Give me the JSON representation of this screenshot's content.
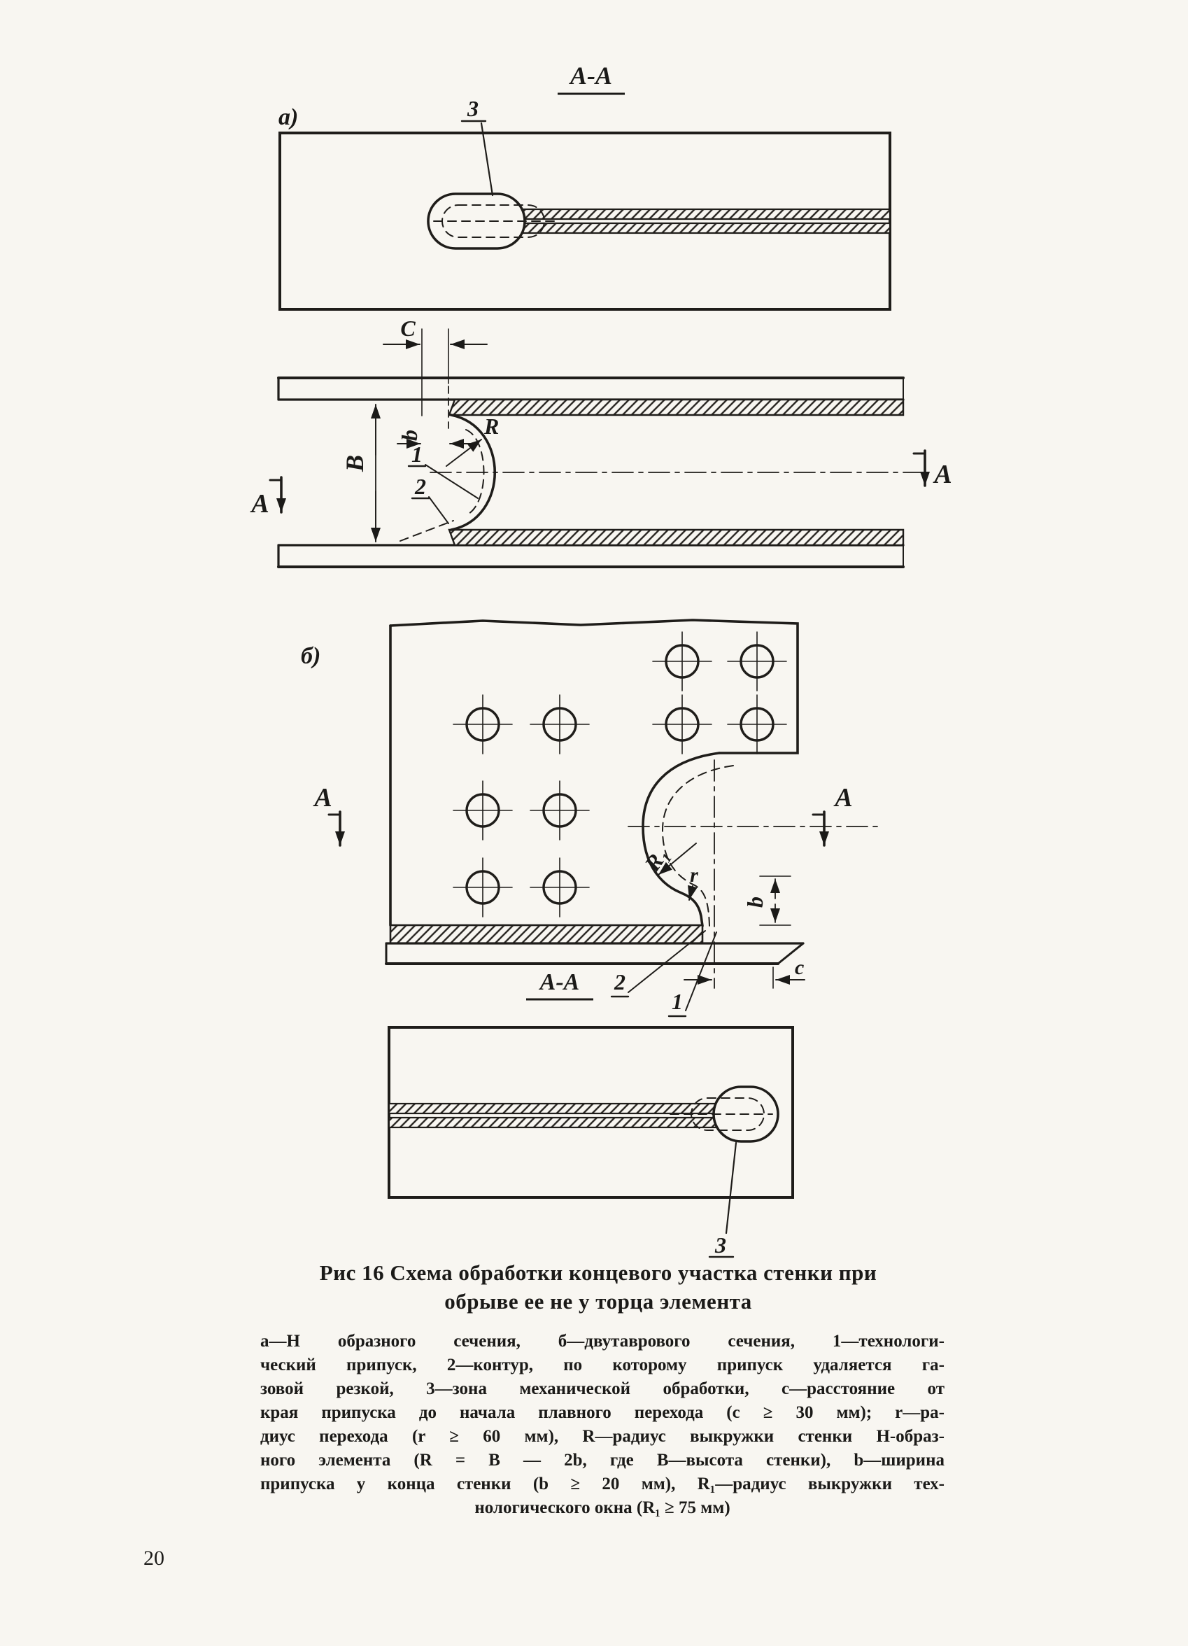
{
  "page": {
    "number": "20"
  },
  "figure": {
    "caption": {
      "line1": "Рис 16 Схема обработки концевого участка стенки при",
      "line2": "обрыве ее не у торца элемента"
    },
    "legend": {
      "lines": [
        "а—Н образного сечения, б—двутаврового сечения, 1—технологи-",
        "ческий припуск, 2—контур, по которому припуск удаляется га-",
        "зовой резкой, 3—зона механической обработки, с—расстояние от",
        "края припуска до начала плавного перехода (с ≥ 30 мм); r—ра-",
        "диус перехода (r ≥ 60 мм), R—радиус выкружки стенки Н-образ-",
        "ного элемента (R = В — 2b, где В—высота стенки), b—ширина",
        "припуска у конца стенки (b ≥ 20 мм), R₁—радиус выкружки тех-",
        "нологического окна (R₁ ≥ 75 мм)"
      ]
    },
    "labels": {
      "section_cut": "А-А",
      "view_a": "а)",
      "view_b": "б)",
      "dim_C": "C",
      "dim_b": "b",
      "dim_B": "B",
      "dim_c": "c",
      "radius_R": "R",
      "radius_R1": "R₁",
      "radius_r": "r",
      "item_1": "1",
      "item_2": "2",
      "item_3": "3",
      "section_letter": "А"
    }
  }
}
